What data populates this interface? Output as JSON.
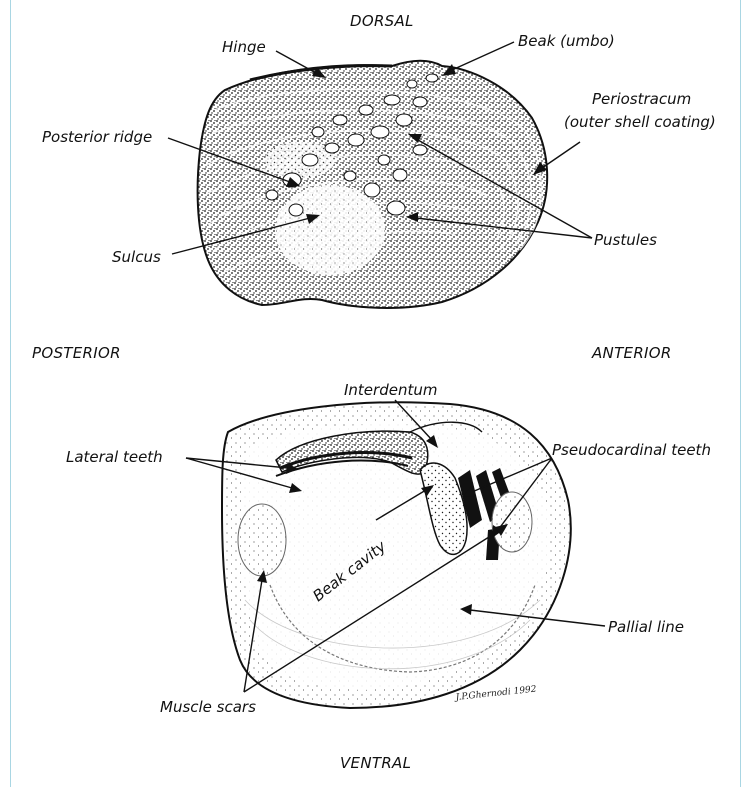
{
  "orientation": {
    "dorsal": "DORSAL",
    "posterior": "POSTERIOR",
    "anterior": "ANTERIOR",
    "ventral": "VENTRAL"
  },
  "exterior_labels": {
    "hinge": "Hinge",
    "beak": "Beak (umbo)",
    "periostracum_line1": "Periostracum",
    "periostracum_line2": "(outer shell coating)",
    "posterior_ridge": "Posterior ridge",
    "sulcus": "Sulcus",
    "pustules": "Pustules"
  },
  "interior_labels": {
    "interdentum": "Interdentum",
    "lateral_teeth": "Lateral teeth",
    "pseudocardinal_teeth": "Pseudocardinal teeth",
    "beak_cavity": "Beak cavity",
    "pallial_line": "Pallial line",
    "muscle_scars": "Muscle scars"
  },
  "signature": "J.P.Ghernodi 1992",
  "colors": {
    "frame": "#a9d6e3",
    "ink": "#111111",
    "stipple": "#1a1a1a"
  }
}
